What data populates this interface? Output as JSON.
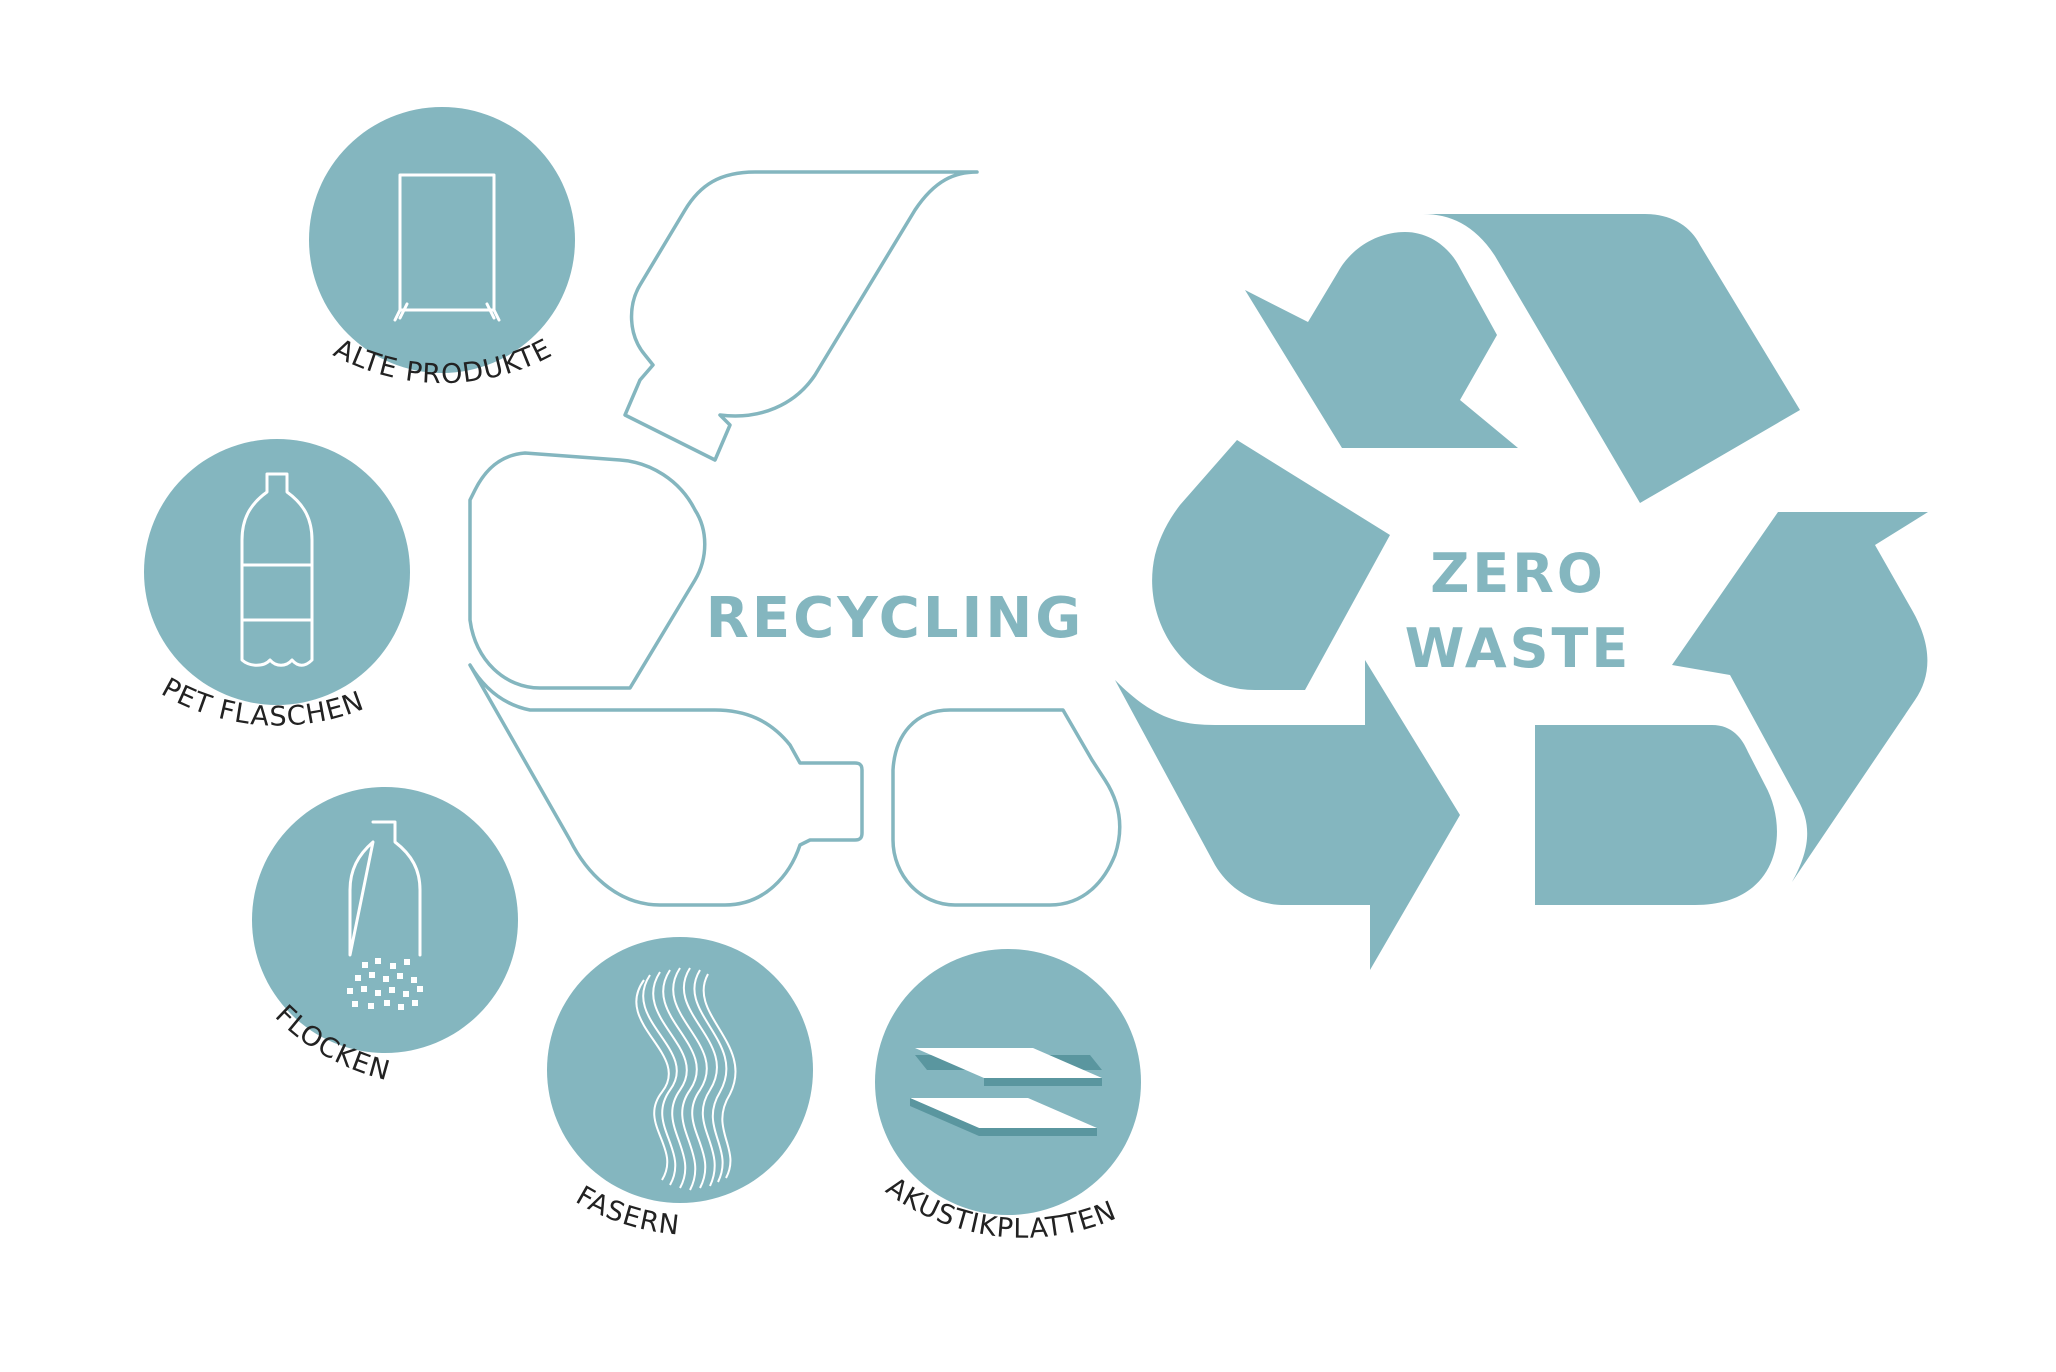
{
  "colors": {
    "accent": "#84b6bf",
    "label_text": "#222222",
    "background": "#ffffff"
  },
  "diagram": {
    "center_label": "RECYCLING",
    "zero_waste": {
      "line1": "ZERO",
      "line2": "WASTE"
    },
    "stages": [
      {
        "label": "ALTE PRODUKTE",
        "icon": "display-stand-icon"
      },
      {
        "label": "PET FLASCHEN",
        "icon": "pet-bottle-icon"
      },
      {
        "label": "FLOCKEN",
        "icon": "flakes-icon"
      },
      {
        "label": "FASERN",
        "icon": "fibers-icon"
      },
      {
        "label": "AKUSTIKPLATTEN",
        "icon": "acoustic-panels-icon"
      }
    ]
  }
}
